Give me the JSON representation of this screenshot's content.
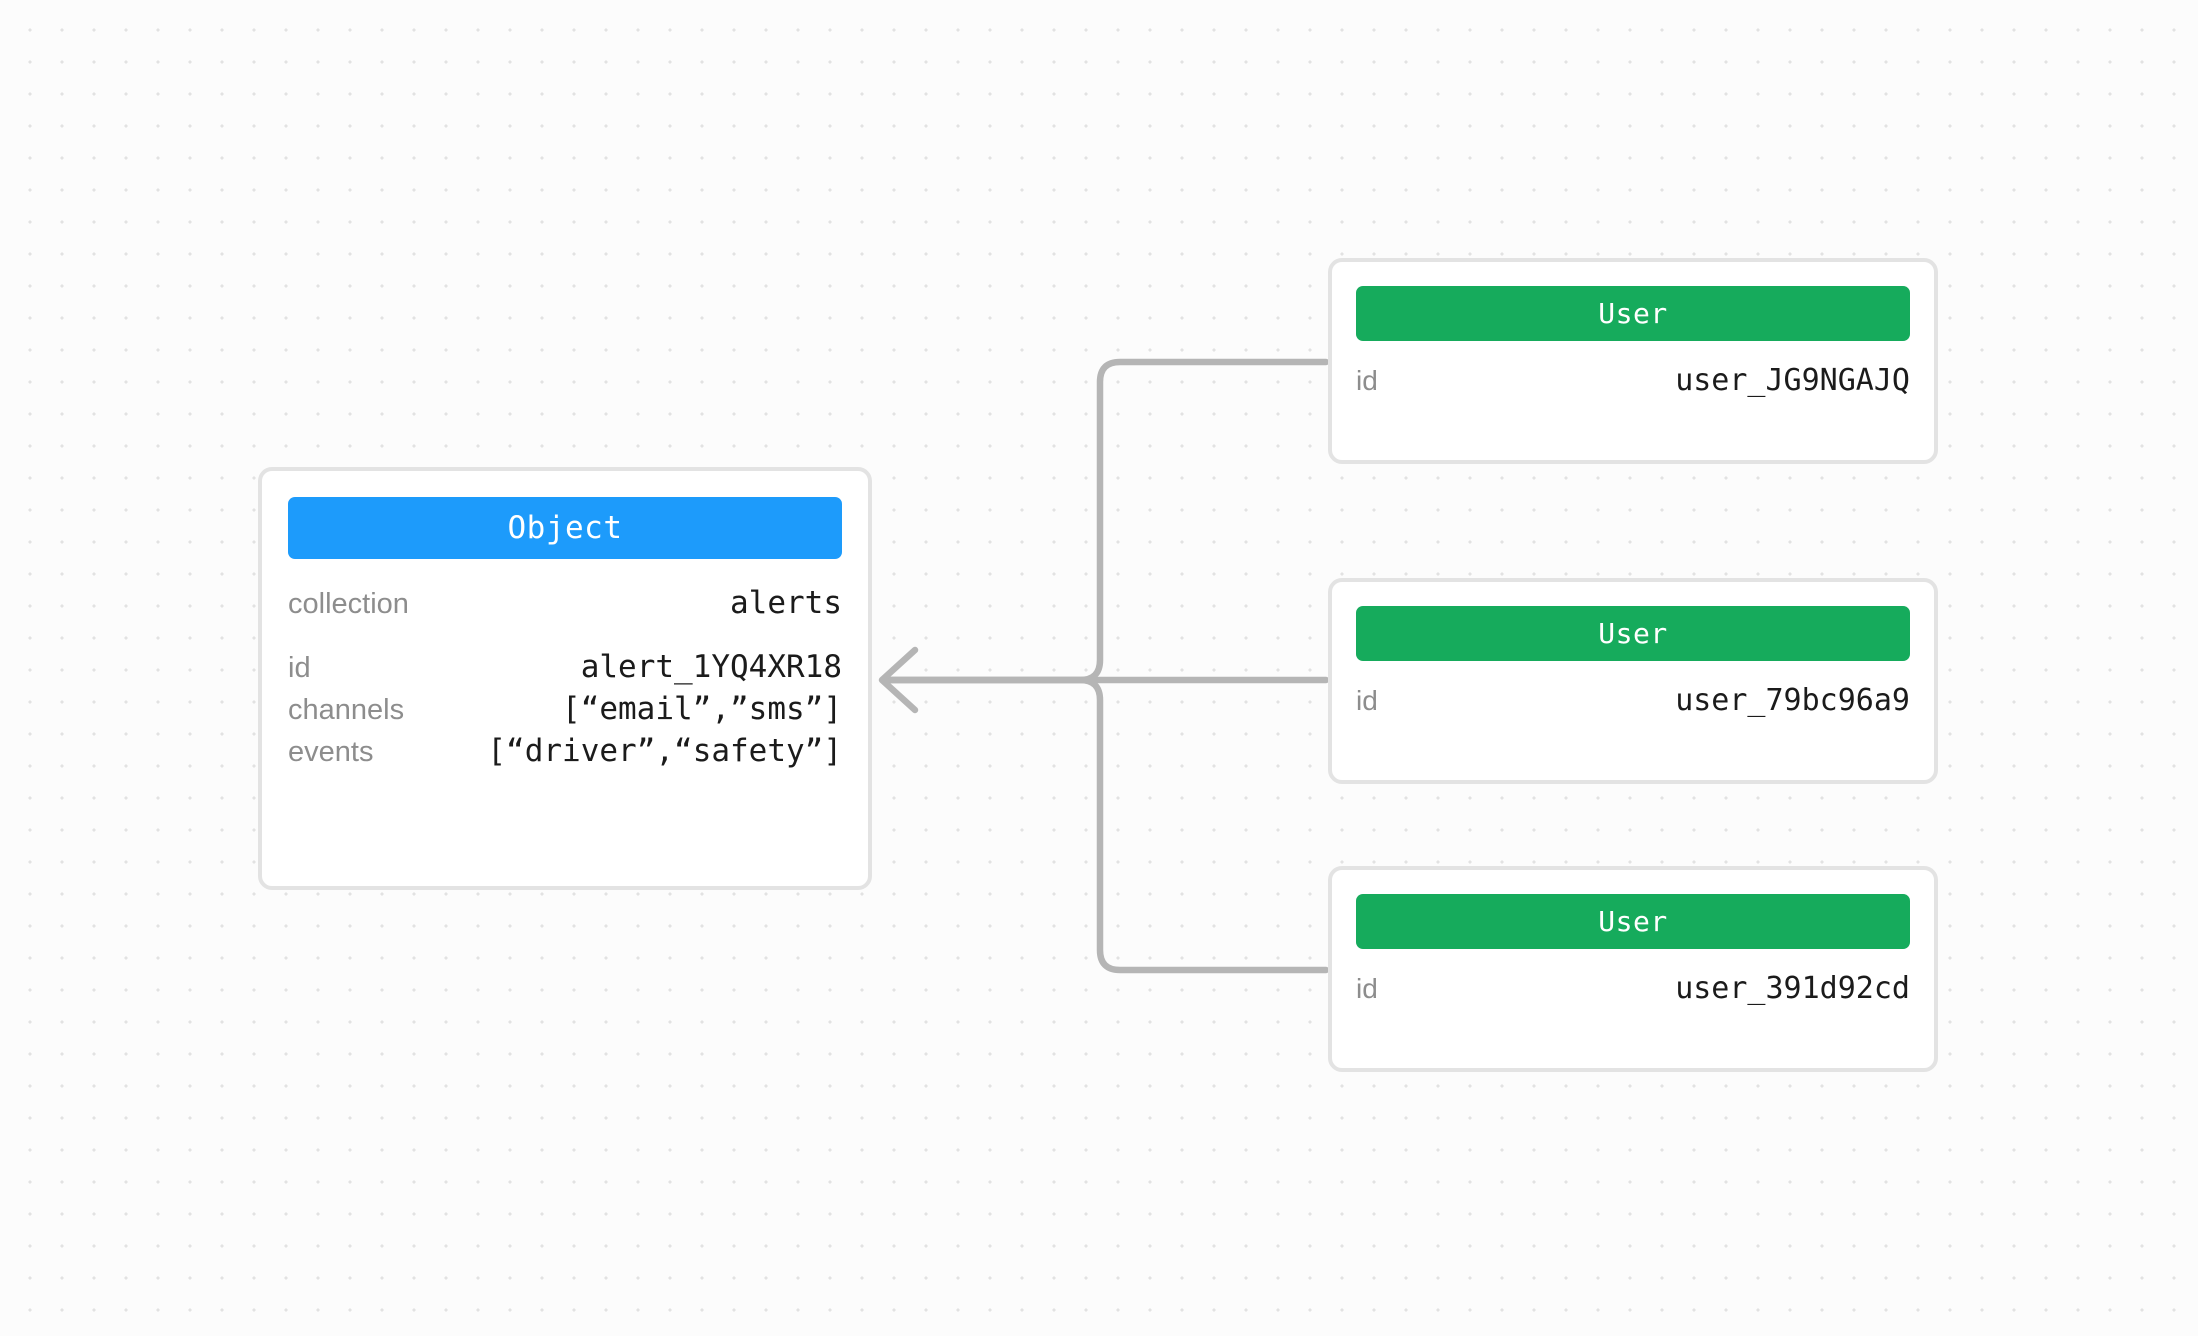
{
  "canvas": {
    "background_color": "#fcfcfc",
    "dot_color": "#e2e2e2",
    "edge_color": "#b5b5b5",
    "card_border_color": "#e3e3e3"
  },
  "object_node": {
    "type_label": "Object",
    "accent_color": "#1d9bfb",
    "fields": [
      {
        "label": "collection",
        "value": "alerts"
      },
      {
        "label": "id",
        "value": "alert_1YQ4XR18"
      },
      {
        "label": "channels",
        "value": "[“email”,”sms”]"
      },
      {
        "label": "events",
        "value": "[“driver”,“safety”]"
      }
    ]
  },
  "user_nodes": [
    {
      "type_label": "User",
      "accent_color": "#16ab5c",
      "fields": [
        {
          "label": "id",
          "value": "user_JG9NGAJQ"
        }
      ]
    },
    {
      "type_label": "User",
      "accent_color": "#16ab5c",
      "fields": [
        {
          "label": "id",
          "value": "user_79bc96a9"
        }
      ]
    },
    {
      "type_label": "User",
      "accent_color": "#16ab5c",
      "fields": [
        {
          "label": "id",
          "value": "user_391d92cd"
        }
      ]
    }
  ],
  "edges": [
    {
      "from": "user_nodes.0",
      "to": "object_node",
      "arrow": true
    },
    {
      "from": "user_nodes.1",
      "to": "object_node",
      "arrow": true
    },
    {
      "from": "user_nodes.2",
      "to": "object_node",
      "arrow": true
    }
  ]
}
